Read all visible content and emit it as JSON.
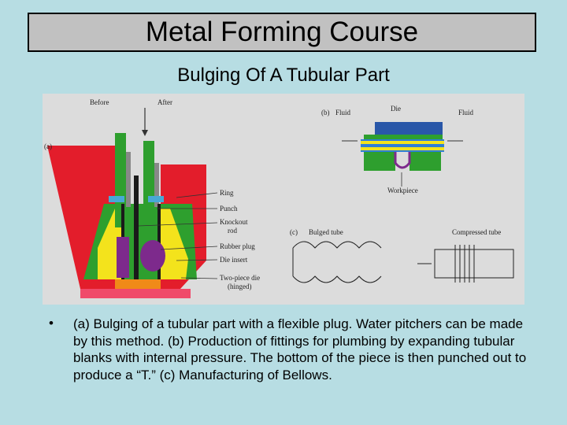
{
  "header": {
    "title": "Metal Forming Course"
  },
  "slide": {
    "subtitle": "Bulging Of A Tubular Part"
  },
  "figure": {
    "panel_a": {
      "tag": "(a)",
      "before_label": "Before",
      "after_label": "After",
      "callouts": [
        "Ring",
        "Punch",
        "Knockout",
        "rod",
        "Rubber plug",
        "Die insert",
        "Two-piece die",
        "(hinged)"
      ]
    },
    "panel_b": {
      "tag": "(b)",
      "fluid_left": "Fluid",
      "die_label": "Die",
      "fluid_right": "Fluid",
      "workpiece_label": "Workpiece"
    },
    "panel_c": {
      "tag": "(c)",
      "bulged_label": "Bulged tube",
      "compressed_label": "Compressed tube"
    }
  },
  "bullets": {
    "marker": "•",
    "item_1": "(a) Bulging of a tubular part with a flexible plug. Water pitchers can be made by this method. (b) Production of fittings for plumbing by expanding tubular blanks with internal pressure. The bottom of the piece is then punched out to produce a “T.” (c) Manufacturing of Bellows."
  }
}
